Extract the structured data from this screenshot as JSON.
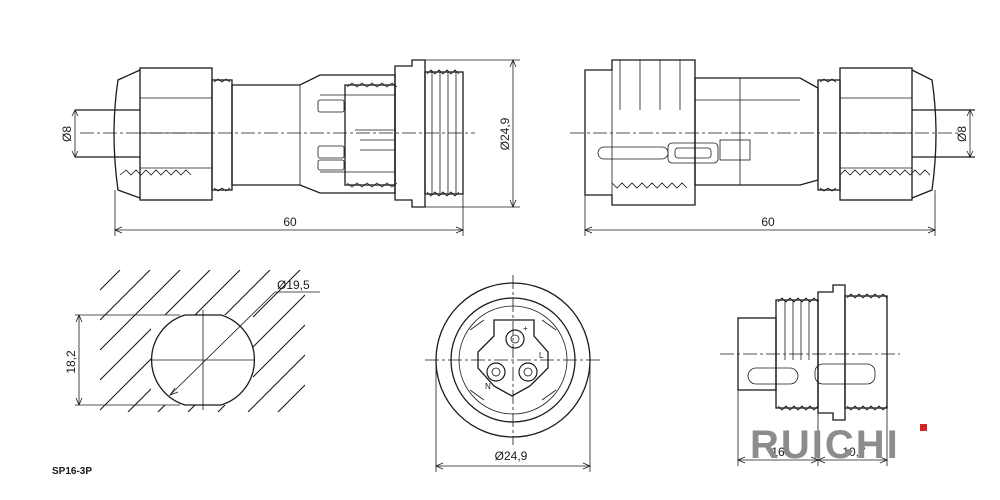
{
  "drawing": {
    "part_number": "SP16-3P",
    "brand": "RUICHI",
    "brand_accent": "#d8222a",
    "line_color": "#1a1a1a",
    "brand_color": "#8c8c8c"
  },
  "views": {
    "plug_side": {
      "length": "60",
      "cable_diameter": "Ø8",
      "body_diameter": "Ø24,9"
    },
    "socket_side": {
      "length": "60",
      "cable_diameter": "Ø8"
    },
    "panel_cutout": {
      "hole_diameter": "Ø19,5",
      "flat_width": "18,2"
    },
    "front_face": {
      "diameter": "Ø24,9",
      "pin_marks": [
        "+",
        "N",
        "L"
      ]
    },
    "panel_side": {
      "thread_length": "16",
      "flange_length": "10,7"
    }
  }
}
